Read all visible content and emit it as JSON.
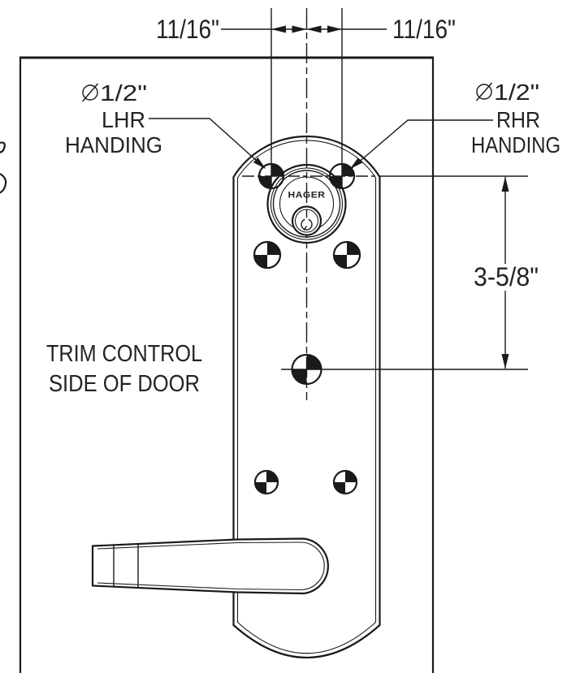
{
  "meta": {
    "description": "Hager lever trim installation template drawing, trim control side of door"
  },
  "colors": {
    "line": "#1a1a1a",
    "text": "#232323",
    "background": "#ffffff"
  },
  "dimensions": {
    "top_left": "11/16\"",
    "top_right": "11/16\"",
    "vertical": "3-5/8\""
  },
  "callouts": {
    "left": {
      "diameter": "1/2\"",
      "handing": "LHR",
      "suffix": "HANDING"
    },
    "right": {
      "diameter": "1/2\"",
      "handing": "RHR",
      "suffix": "HANDING"
    }
  },
  "notes": {
    "line1": "TRIM CONTROL",
    "line2": "SIDE OF DOOR"
  },
  "cylinder": {
    "brand": "HAGER"
  }
}
